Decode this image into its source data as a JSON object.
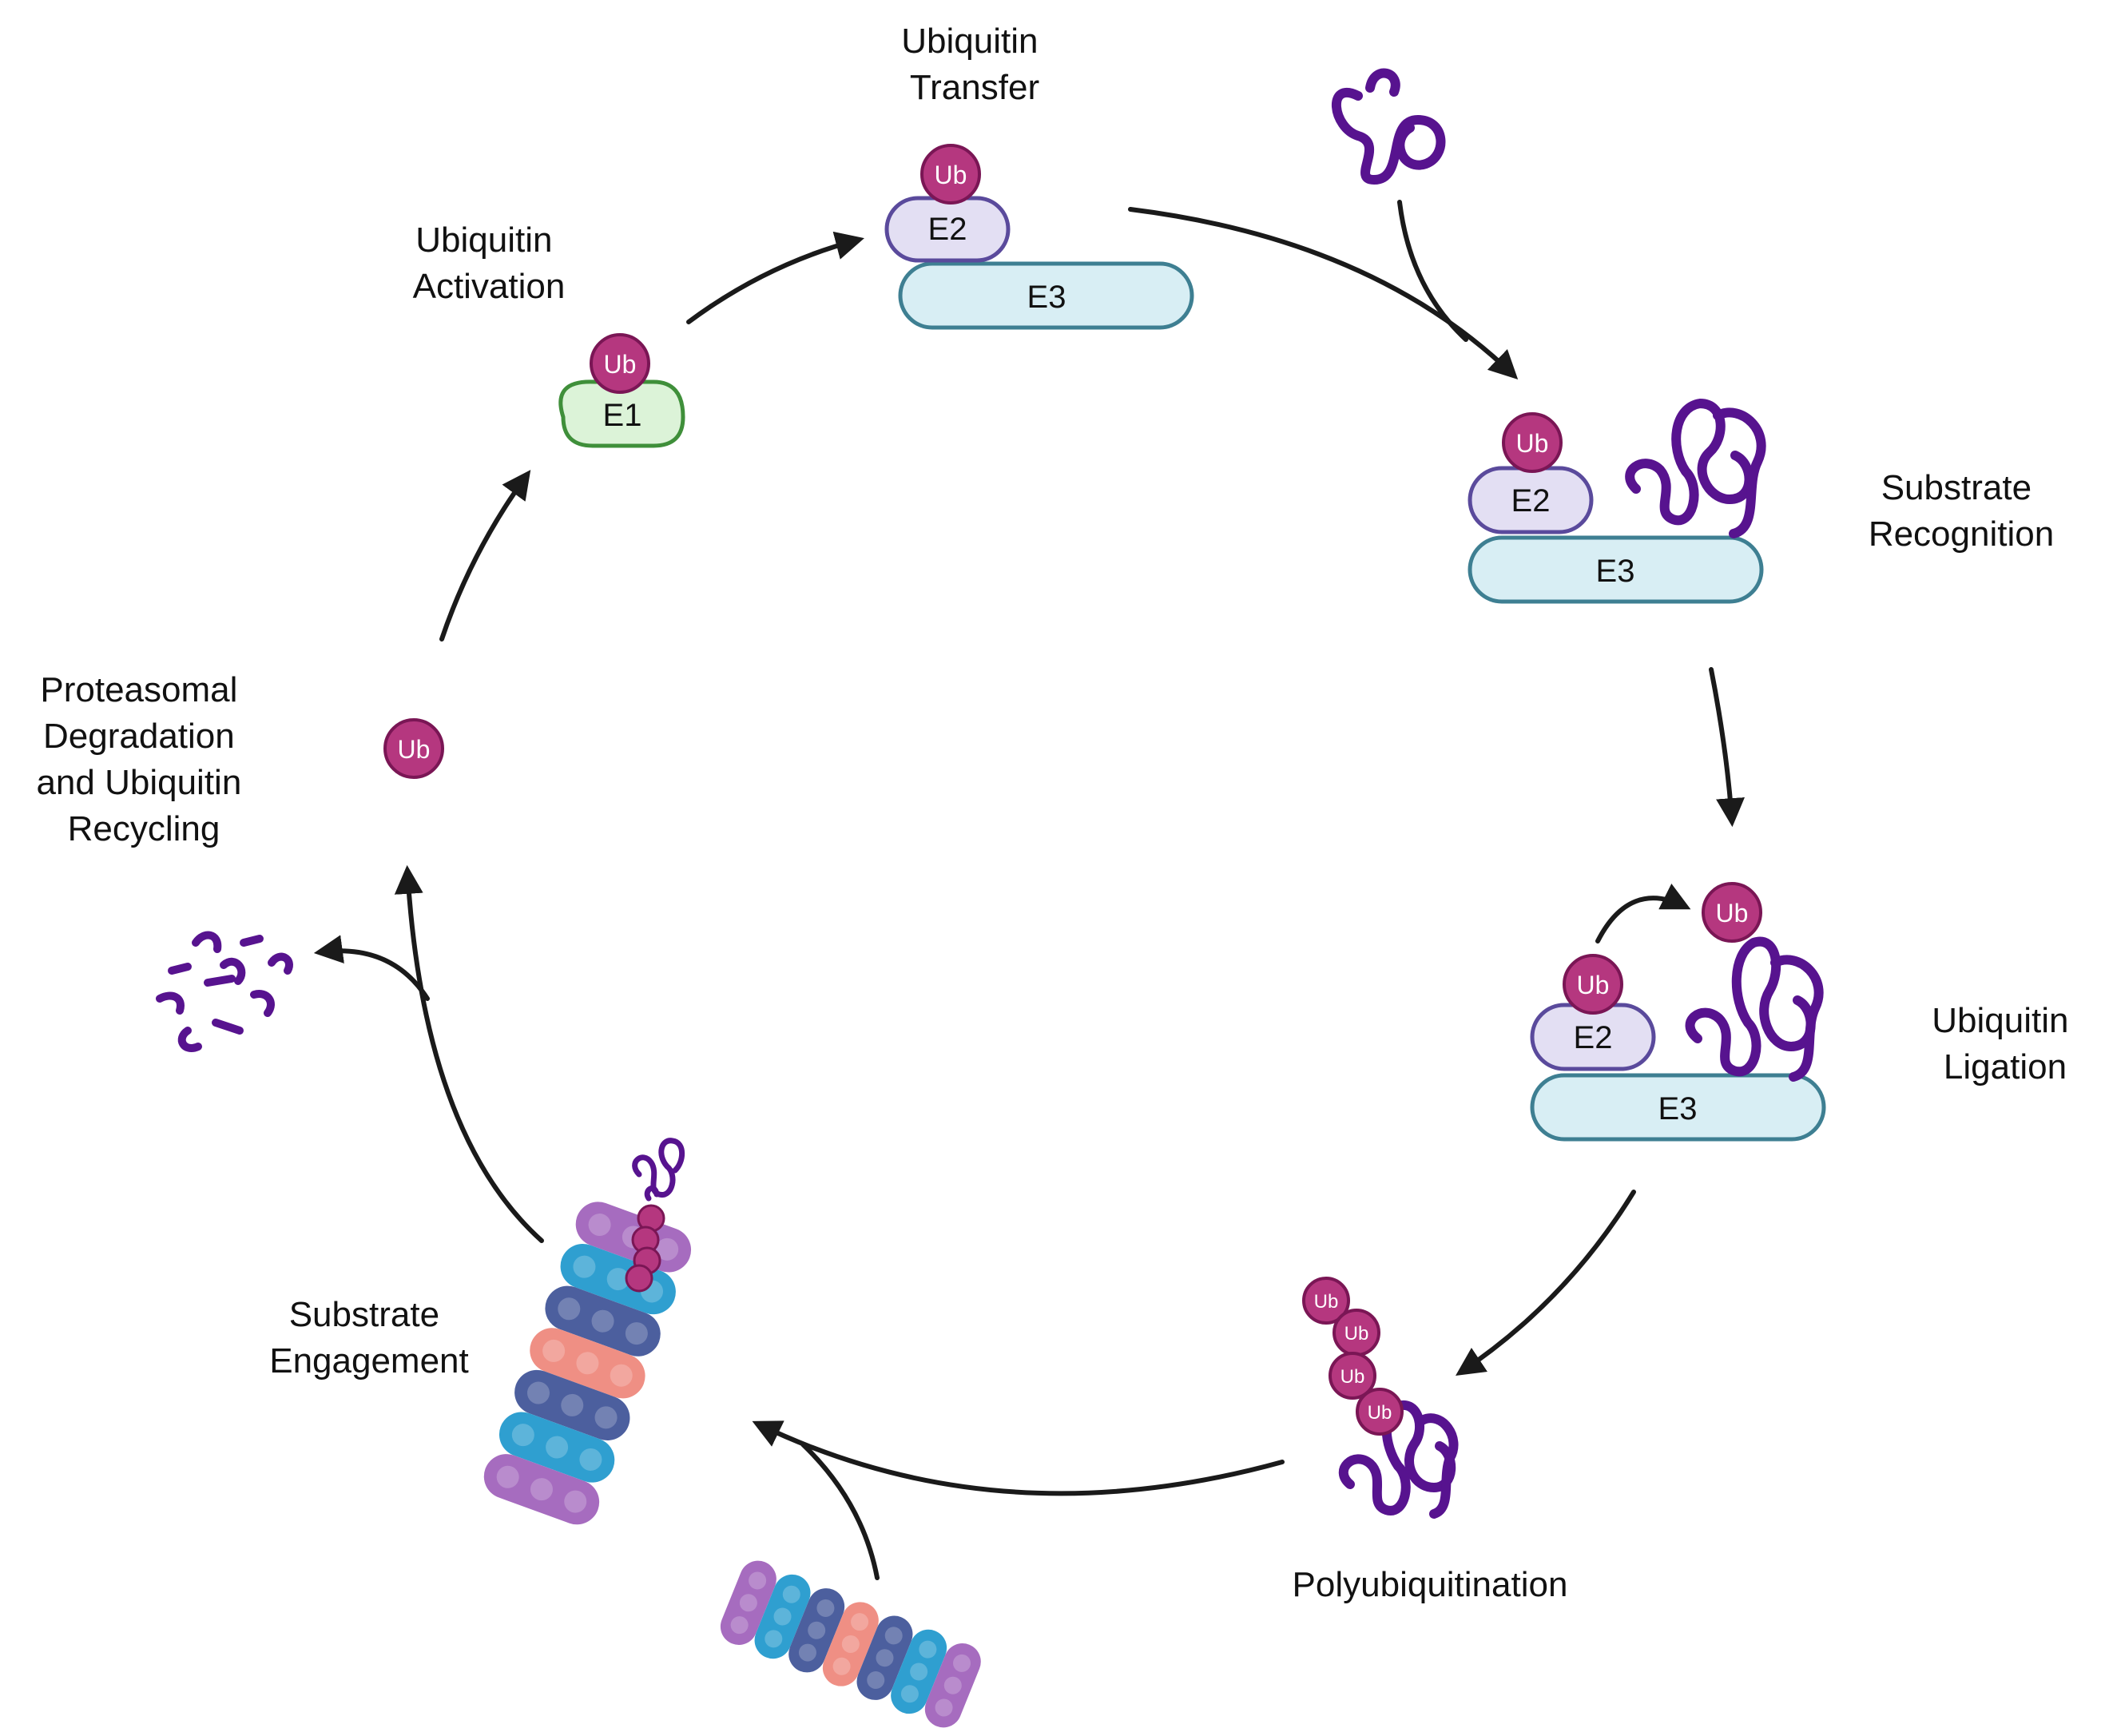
{
  "stages": {
    "activation": [
      "Ubiquitin",
      "Activation"
    ],
    "transfer": [
      "Ubiquitin",
      "Transfer"
    ],
    "recognition": [
      "Substrate",
      "Recognition"
    ],
    "ligation": [
      "Ubiquitin",
      "Ligation"
    ],
    "polyubiquitination": "Polyubiquitination",
    "engagement": [
      "Substrate",
      "Engagement"
    ],
    "degradation": [
      "Proteasomal",
      "Degradation",
      "and Ubiquitin",
      "Recycling"
    ]
  },
  "enzymes": {
    "e1": "E1",
    "e2": "E2",
    "e3": "E3",
    "ub": "Ub"
  },
  "colors": {
    "ub_fill": "#b5377f",
    "ub_stroke": "#7a1655",
    "e1_fill": "#dcf3d8",
    "e1_stroke": "#3f8f3a",
    "e2_fill": "#e3dff3",
    "e2_stroke": "#5a4a9c",
    "e3_fill": "#d8eef4",
    "e3_stroke": "#3e7f92",
    "substrate": "#57138f",
    "proteasome_cap": "#a66cbf",
    "proteasome_blue": "#2f9fd0",
    "proteasome_navy": "#4c5f9e",
    "proteasome_pink": "#ef8f84",
    "arrow": "#1a1a1a"
  }
}
